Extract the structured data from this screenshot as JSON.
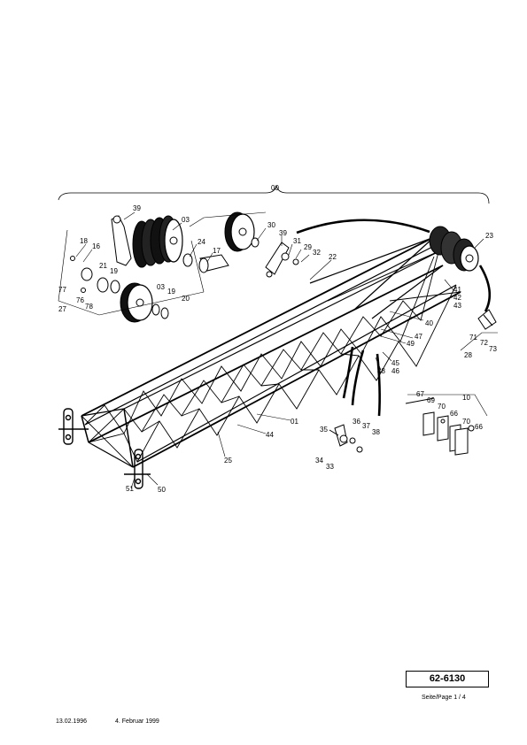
{
  "document": {
    "part_number": "62-6130",
    "page_label": "Seite/Page 1 / 4",
    "date_1": "13.02.1996",
    "date_2": "4. Februar 1999"
  },
  "callouts": {
    "c00": "00",
    "c39a": "39",
    "c03a": "03",
    "c18": "18",
    "c16": "16",
    "c24": "24",
    "c17": "17",
    "c30": "30",
    "c39b": "39",
    "c31": "31",
    "c29": "29",
    "c32": "32",
    "c22": "22",
    "c23": "23",
    "c21": "21",
    "c19a": "19",
    "c77": "77",
    "c76": "76",
    "c78": "78",
    "c27": "27",
    "c03b": "03",
    "c19b": "19",
    "c20": "20",
    "c41": "41",
    "c42": "42",
    "c43": "43",
    "c40": "40",
    "c47": "47",
    "c49": "49",
    "c45": "45",
    "c46a": "46",
    "c46b": "46",
    "c48": "48",
    "c71": "71",
    "c72": "72",
    "c73": "73",
    "c28": "28",
    "c10": "10",
    "c67": "67",
    "c69": "69",
    "c70a": "70",
    "c66a": "66",
    "c70b": "70",
    "c66b": "66",
    "c35": "35",
    "c36": "36",
    "c37": "37",
    "c38": "38",
    "c34": "34",
    "c33": "33",
    "c01": "01",
    "c44": "44",
    "c25": "25",
    "c51": "51",
    "c50": "50"
  }
}
